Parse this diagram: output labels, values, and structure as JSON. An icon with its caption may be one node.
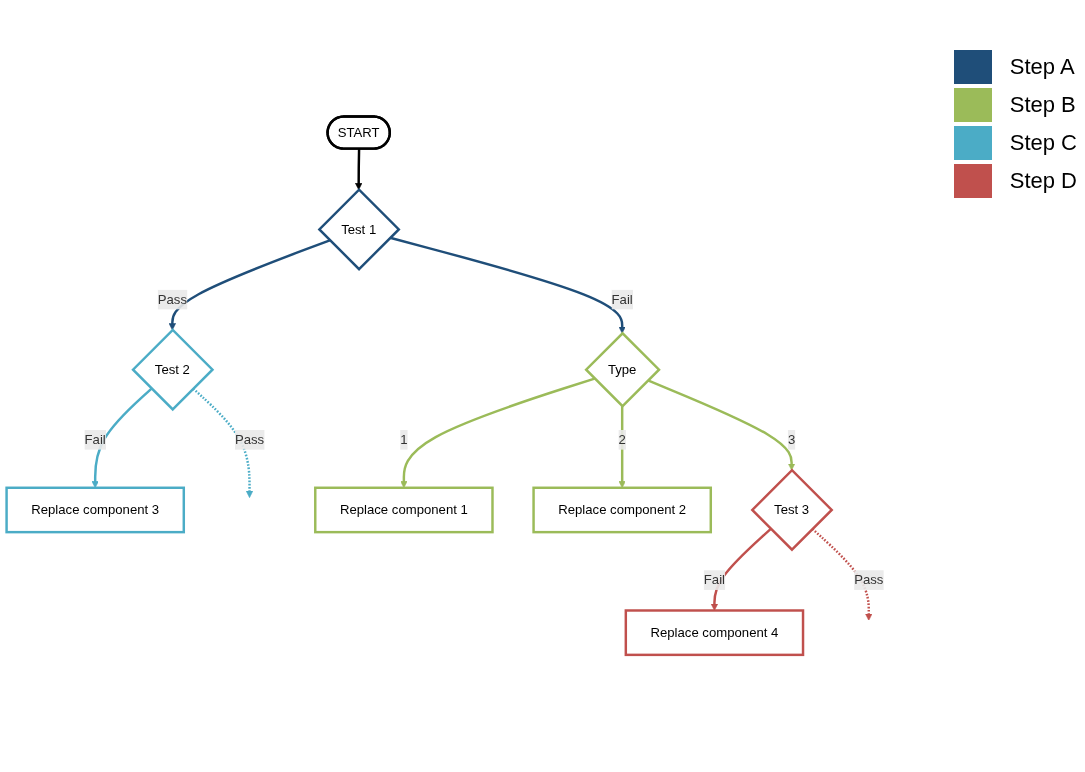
{
  "diagram": {
    "nodes": [
      {
        "text": [
          "START"
        ]
      },
      {
        "text": [
          "Test 1"
        ]
      },
      {
        "text": [
          "Test 2"
        ]
      },
      {
        "text": [
          "Type"
        ]
      },
      {
        "text": [
          "Replace component 1"
        ]
      },
      {
        "text": [
          "Replace component 2"
        ]
      },
      {
        "text": [
          "Replace component 3"
        ]
      },
      {
        "text": [
          "Test 3"
        ]
      },
      {
        "text": [
          "Replace component 4"
        ]
      }
    ],
    "edges": [
      {
        "from": 0,
        "to": 1,
        "arrow": "to",
        "color": "#000000"
      },
      {
        "from": 1,
        "to": 2,
        "arrow": "to",
        "label": "Pass",
        "color": "#1f4e79"
      },
      {
        "from": 1,
        "to": 3,
        "arrow": "to",
        "label": "Fail",
        "color": "#1f4e79"
      },
      {
        "from": 3,
        "to": 4,
        "arrow": "to",
        "label": "1",
        "color": "#9bbb59"
      },
      {
        "from": 3,
        "to": 5,
        "arrow": "to",
        "label": "2",
        "color": "#9bbb59"
      },
      {
        "from": 3,
        "to": 7,
        "arrow": "to",
        "label": "3",
        "color": "#9bbb59"
      },
      {
        "from": 2,
        "to": 6,
        "arrow": "to",
        "label": "Fail",
        "color": "#4bacc6"
      },
      {
        "from": 2,
        "to": null,
        "arrow": "to",
        "label": "Pass",
        "style": "dashed",
        "color": "#4bacc6"
      },
      {
        "from": 7,
        "to": 8,
        "arrow": "to",
        "label": "Fail",
        "color": "#c0504d"
      },
      {
        "from": 7,
        "to": null,
        "arrow": "to",
        "label": "Pass",
        "style": "dashed",
        "color": "#c0504d"
      }
    ],
    "legend": [
      {
        "text": "Step A",
        "color": "#1f4e79"
      },
      {
        "text": "Step B",
        "color": "#9bbb59"
      },
      {
        "text": "Step C",
        "color": "#4bacc6"
      },
      {
        "text": "Step D",
        "color": "#c0504d"
      }
    ]
  }
}
